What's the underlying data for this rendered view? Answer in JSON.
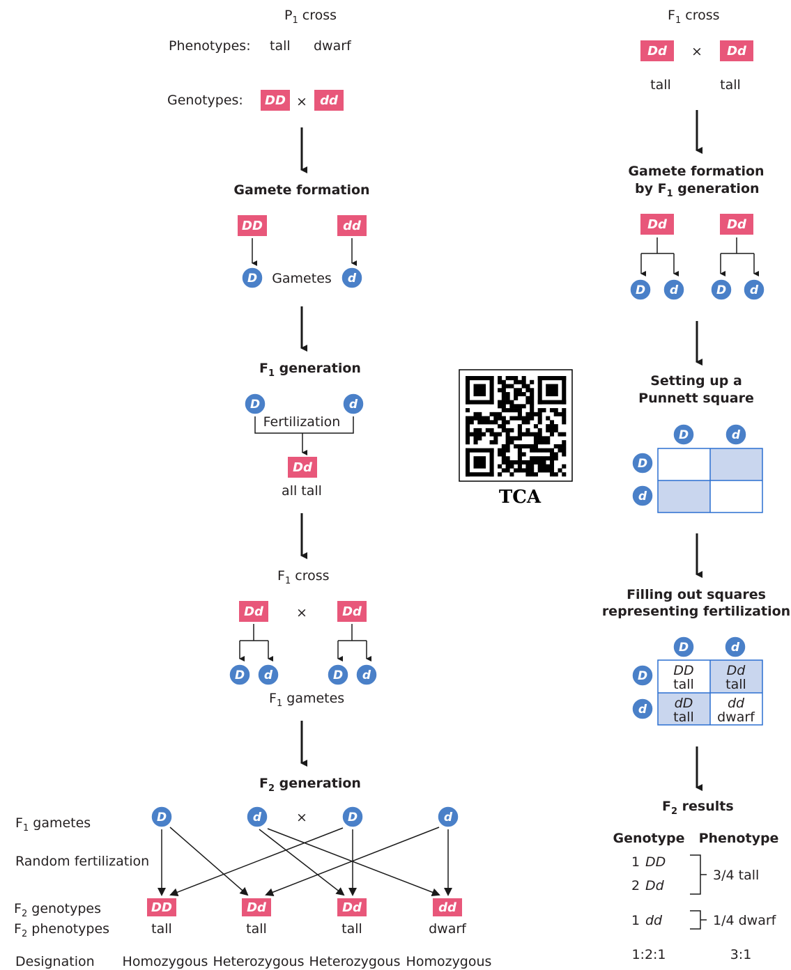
{
  "colors": {
    "genotype_box": "#e8577a",
    "gamete_circle": "#4a80c8",
    "punnett_border": "#2a6fd0",
    "punnett_shade": "#c9d6ee",
    "arrow": "#1a1a1a",
    "text": "#231f20"
  },
  "left": {
    "p1_title": "P",
    "p1_title_sub": "1",
    "p1_title_rest": " cross",
    "phenotypes_label": "Phenotypes:",
    "phen_tall": "tall",
    "phen_dwarf": "dwarf",
    "genotypes_label": "Genotypes:",
    "geno_DD": "DD",
    "geno_dd": "dd",
    "times": "×",
    "gamete_formation_title": "Gamete formation",
    "gametes_label": "Gametes",
    "f1_gen_title": "F",
    "f1_gen_sub": "1",
    "f1_gen_rest": " generation",
    "fertilization_label": "Fertilization",
    "f1_geno": "Dd",
    "all_tall": "all tall",
    "f1_cross_title": "F",
    "f1_cross_sub": "1",
    "f1_cross_rest": " cross",
    "f1_gametes_label": "F",
    "f1_gametes_sub": "1",
    "f1_gametes_rest": " gametes",
    "f2_gen_title": "F",
    "f2_gen_sub": "2",
    "f2_gen_rest": " generation"
  },
  "bottom": {
    "row_f1_gametes": "F",
    "row_f1_gametes_sub": "1",
    "row_f1_gametes_rest": " gametes",
    "row_random": "Random fertilization",
    "row_f2_geno": "F",
    "row_f2_geno_sub": "2",
    "row_f2_geno_rest": " genotypes",
    "row_f2_phen": "F",
    "row_f2_phen_sub": "2",
    "row_f2_phen_rest": " phenotypes",
    "row_designation": "Designation",
    "gametes": [
      "D",
      "d",
      "D",
      "d"
    ],
    "genotypes": [
      "DD",
      "Dd",
      "Dd",
      "dd"
    ],
    "phenotypes": [
      "tall",
      "tall",
      "tall",
      "dwarf"
    ],
    "designations": [
      "Homozygous",
      "Heterozygous",
      "Heterozygous",
      "Homozygous"
    ]
  },
  "center": {
    "qr_caption": "TCA"
  },
  "right": {
    "f1_cross_title": "F",
    "f1_cross_sub": "1",
    "f1_cross_rest": " cross",
    "geno_left": "Dd",
    "geno_right": "Dd",
    "times": "×",
    "phen_left": "tall",
    "phen_right": "tall",
    "gamete_formation_line1": "Gamete formation",
    "gamete_formation_line2a": "by F",
    "gamete_formation_line2_sub": "1",
    "gamete_formation_line2b": " generation",
    "setting_up_line1": "Setting up a",
    "setting_up_line2": "Punnett square",
    "filling_line1": "Filling out squares",
    "filling_line2": "representing fertilization",
    "punnett": {
      "col_heads": [
        "D",
        "d"
      ],
      "row_heads": [
        "D",
        "d"
      ],
      "cells": [
        [
          {
            "geno": "DD",
            "phen": "tall"
          },
          {
            "geno": "Dd",
            "phen": "tall"
          }
        ],
        [
          {
            "geno": "dD",
            "phen": "tall"
          },
          {
            "geno": "dd",
            "phen": "dwarf"
          }
        ]
      ]
    },
    "f2_results_title": "F",
    "f2_results_sub": "2",
    "f2_results_rest": " results",
    "genotype_head": "Genotype",
    "phenotype_head": "Phenotype",
    "results": [
      {
        "count": "1",
        "geno": "DD"
      },
      {
        "count": "2",
        "geno": "Dd"
      },
      {
        "count": "1",
        "geno": "dd"
      }
    ],
    "three_quarter_tall": "3/4 tall",
    "one_quarter_dwarf": "1/4 dwarf",
    "geno_ratio": "1:2:1",
    "phen_ratio": "3:1"
  }
}
